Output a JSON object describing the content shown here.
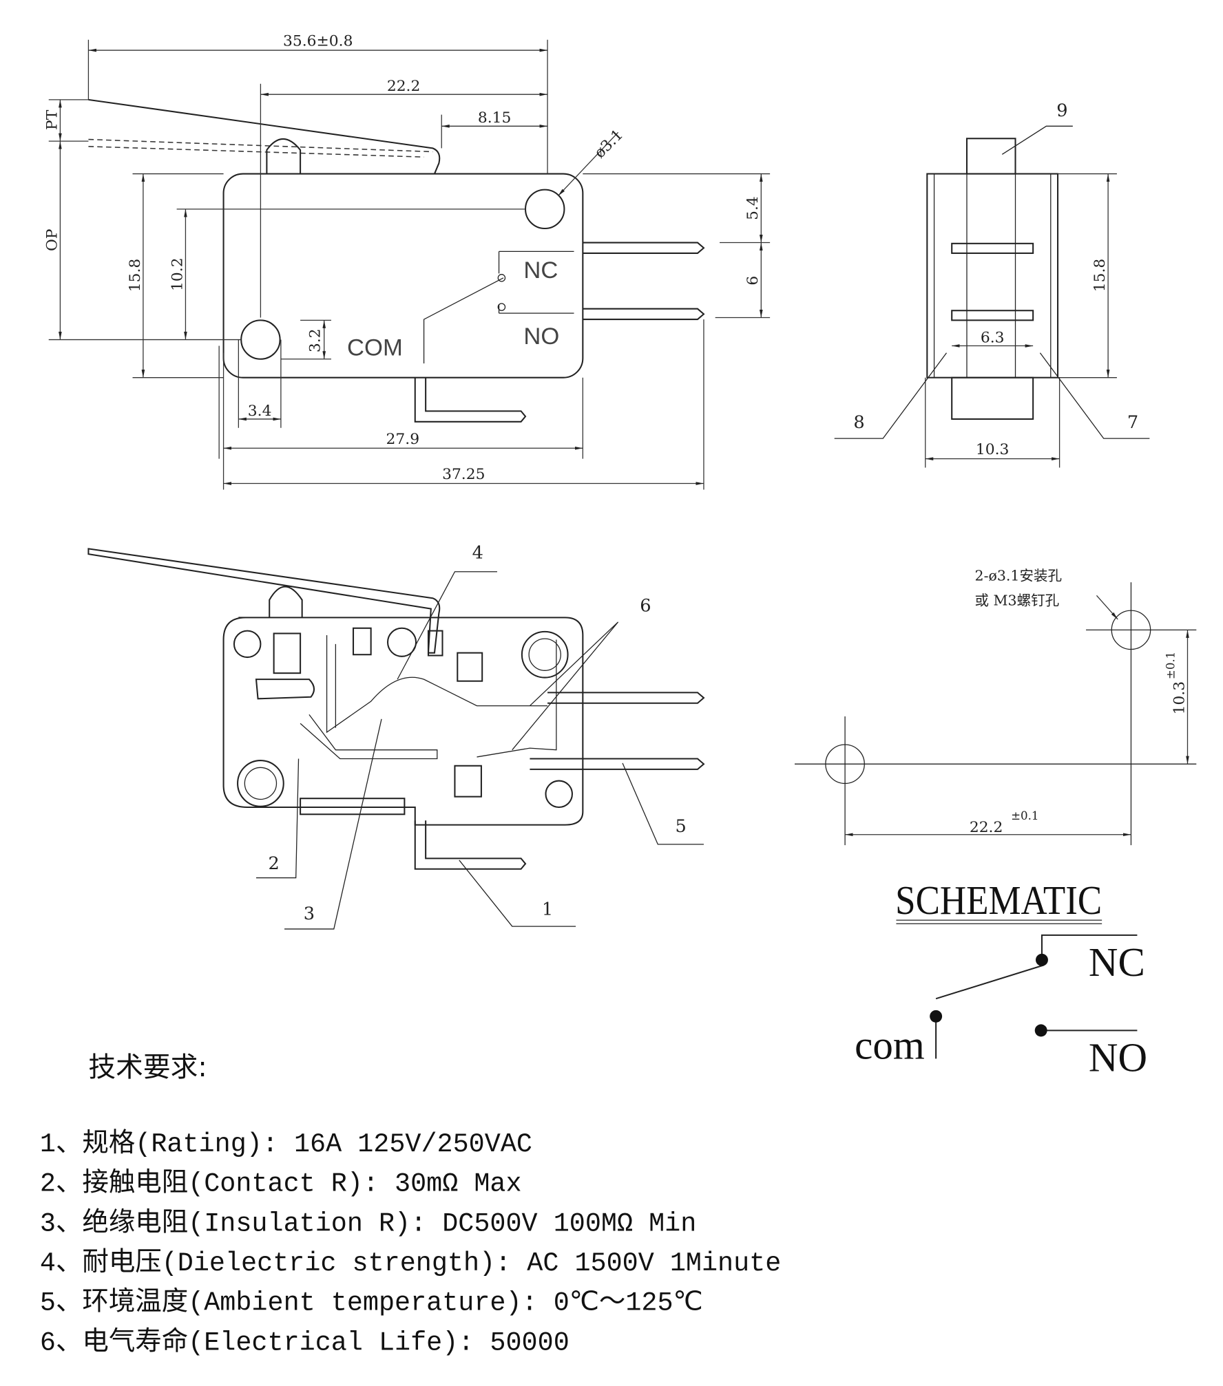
{
  "front_view": {
    "dims": {
      "overall_lever": "35.6±0.8",
      "lever_pivot": "22.2",
      "roller_offset": "8.15",
      "hole_dia": "ø3.1",
      "terminal_top": "5.4",
      "terminal_pitch": "6",
      "height": "15.8",
      "hole_pitch_v": "10.2",
      "op": "OP",
      "pt": "PT",
      "hole_bottom": "3.2",
      "hole_left": "3.4",
      "body_length": "27.9",
      "overall_length": "37.25"
    },
    "terminals": {
      "nc": "NC",
      "no": "NO",
      "com": "COM"
    }
  },
  "side_view": {
    "dims": {
      "height": "15.8",
      "inner_width": "6.3",
      "width": "10.3"
    },
    "callouts": {
      "c9": "9",
      "c8": "8",
      "c7": "7"
    }
  },
  "section_view": {
    "callouts": {
      "c1": "1",
      "c2": "2",
      "c3": "3",
      "c4": "4",
      "c5": "5",
      "c6": "6"
    }
  },
  "mounting": {
    "note_line1": "2-ø3.1安装孔",
    "note_line2": "或 M3螺钉孔",
    "dim_v": "10.3",
    "dim_v_tol": "±0.1",
    "dim_h": "22.2",
    "dim_h_tol": "±0.1"
  },
  "schematic": {
    "title": "SCHEMATIC",
    "nc": "NC",
    "no": "NO",
    "com": "com"
  },
  "specs": {
    "heading": "技术要求:",
    "items": [
      "1、规格(Rating): 16A  125V/250VAC",
      "2、接触电阻(Contact R): 30mΩ  Max",
      "3、绝缘电阻(Insulation R): DC500V  100MΩ  Min",
      "4、耐电压(Dielectric strength): AC 1500V  1Minute",
      "5、环境温度(Ambient temperature): 0℃～125℃",
      "6、电气寿命(Electrical Life): 50000"
    ]
  }
}
